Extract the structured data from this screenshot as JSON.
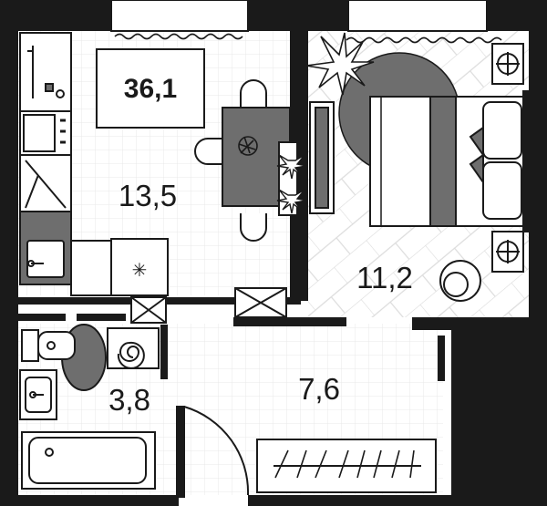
{
  "plan": {
    "total_area": "36,1",
    "rooms": {
      "kitchen": "13,5",
      "bedroom": "11,2",
      "bathroom": "3,8",
      "hall": "7,6"
    }
  },
  "colors": {
    "wall": "#1a1a1a",
    "tile_grid": "#e8e8e8",
    "furniture_fill": "#6e6e6e",
    "outline": "#1a1a1a"
  }
}
